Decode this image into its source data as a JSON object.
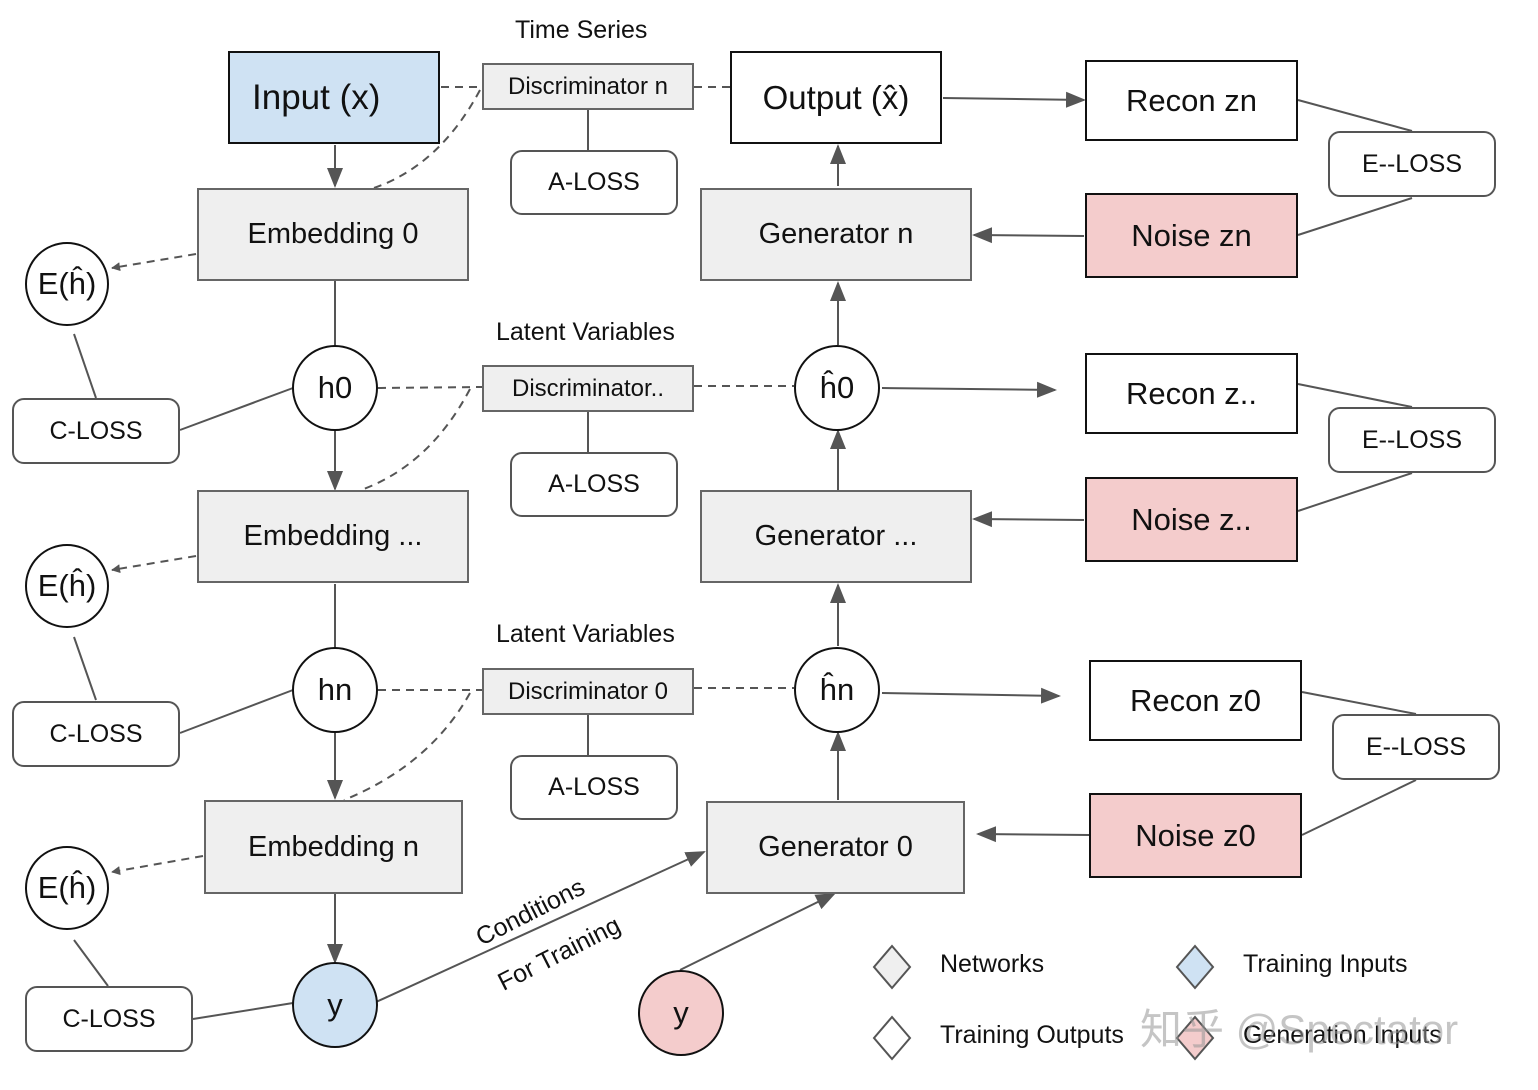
{
  "labels": {
    "time_series": "Time Series",
    "latent_1": "Latent Variables",
    "latent_2": "Latent Variables",
    "conditions_1": "Conditions",
    "conditions_2": "For Training"
  },
  "nodes": {
    "input": "Input (x)",
    "output": "Output (x̂)",
    "disc_n": "Discriminator n",
    "disc_mid": "Discriminator..",
    "disc_0": "Discriminator 0",
    "aloss": "A-LOSS",
    "eloss": "E--LOSS",
    "closs": "C-LOSS",
    "emb_0": "Embedding 0",
    "emb_mid": "Embedding ...",
    "emb_n": "Embedding n",
    "gen_n": "Generator n",
    "gen_mid": "Generator ...",
    "gen_0": "Generator 0",
    "recon_n": "Recon zn",
    "recon_mid": "Recon z..",
    "recon_0": "Recon z0",
    "noise_n": "Noise zn",
    "noise_mid": "Noise z..",
    "noise_0": "Noise z0",
    "e_h": "E(ĥ)",
    "h0": "h0",
    "hn": "hn",
    "hhat0": "ĥ0",
    "hhatn": "ĥn",
    "y": "y"
  },
  "legend": {
    "networks": "Networks",
    "training_inputs": "Training Inputs",
    "training_outputs": "Training Outputs",
    "generation_inputs": "Generation Inputs"
  },
  "watermark": "知乎 @Spectator",
  "colors": {
    "network_fill": "#efefef",
    "training_input_fill": "#cfe2f3",
    "generation_input_fill": "#f4cccc",
    "line": "#555555"
  }
}
